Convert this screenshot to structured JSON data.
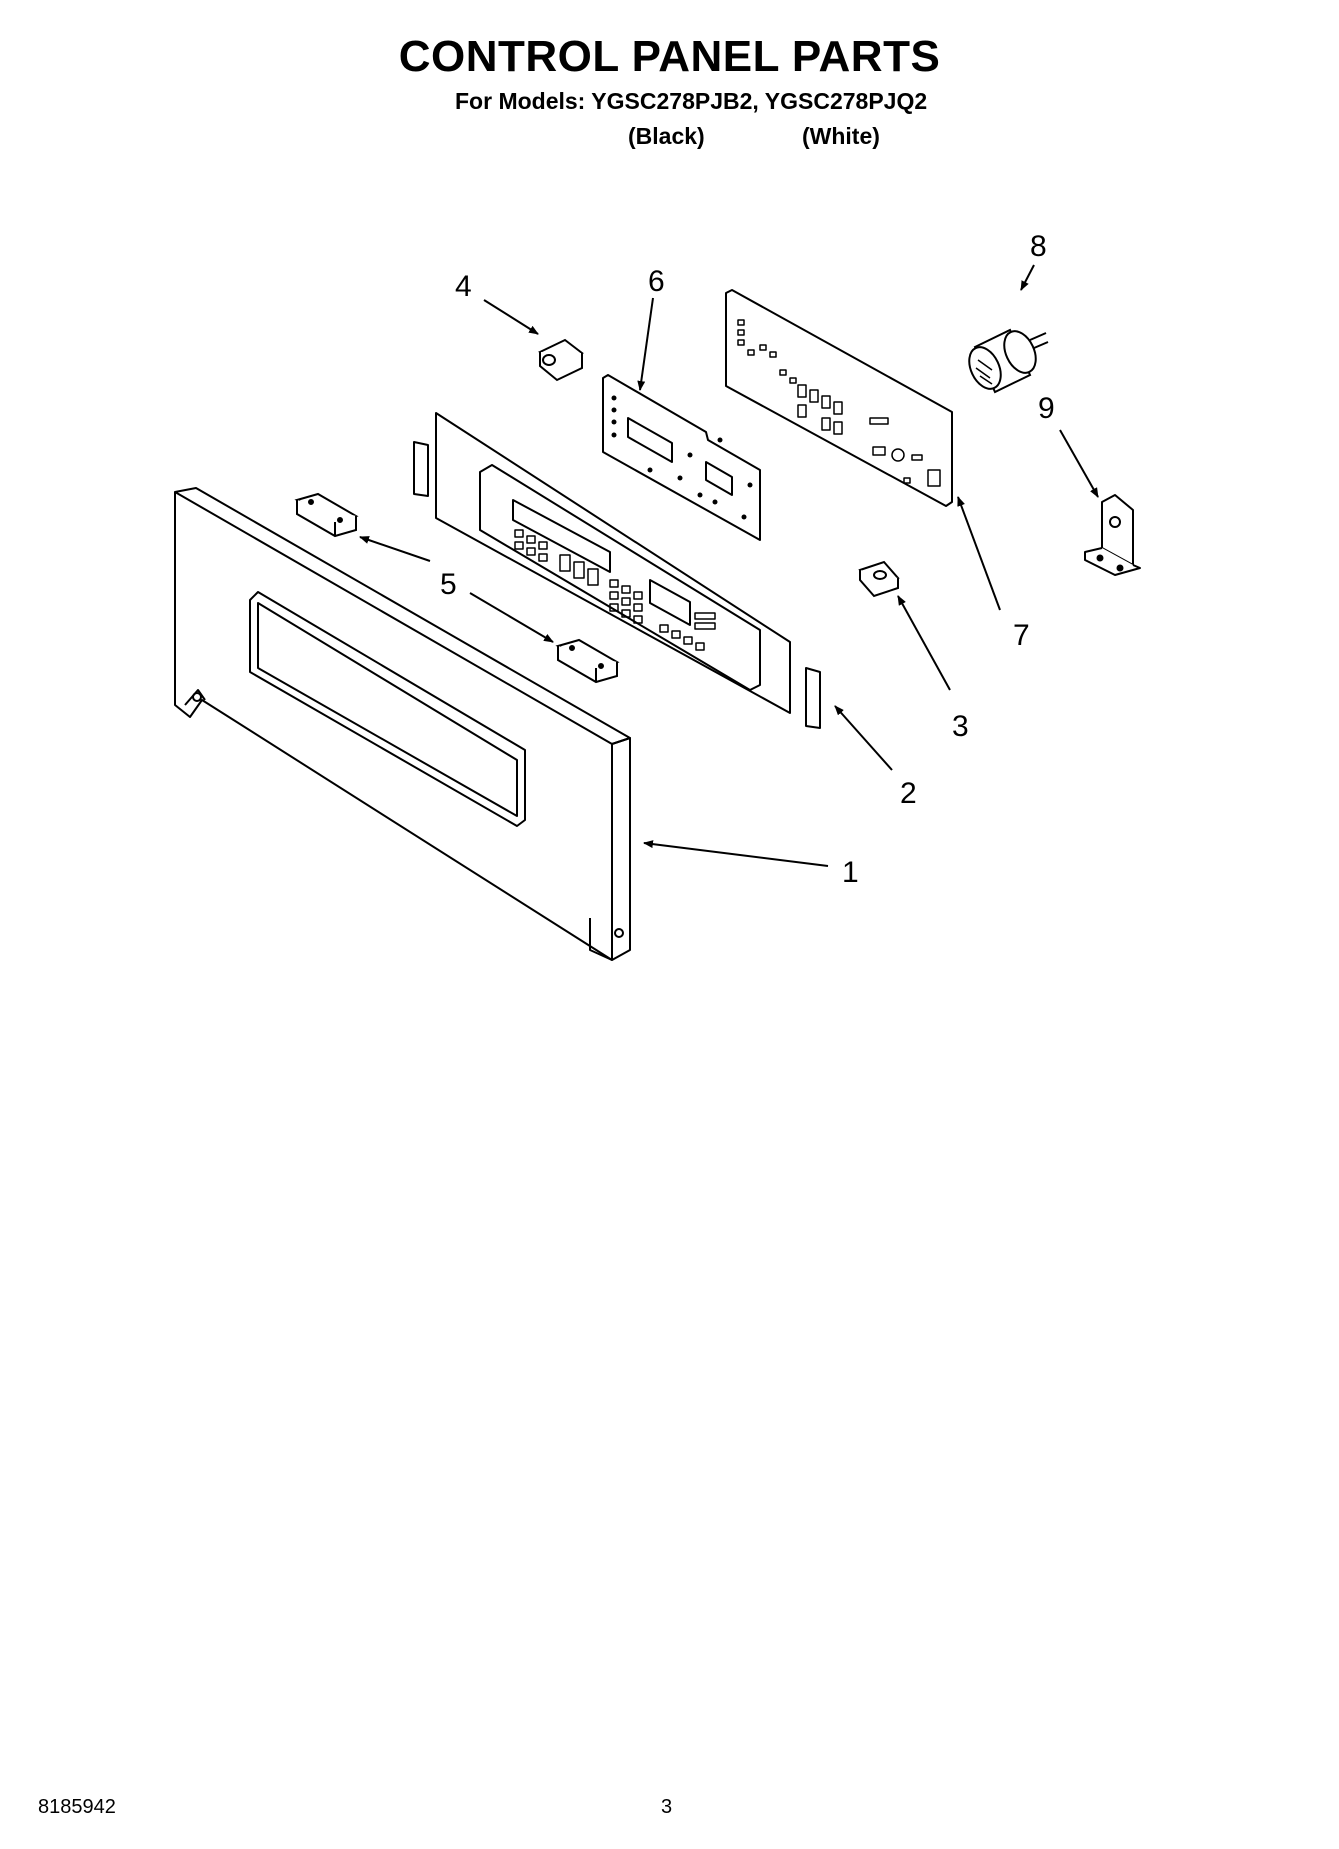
{
  "header": {
    "title": "CONTROL PANEL PARTS",
    "models_line": "For Models: YGSC278PJB2, YGSC278PJQ2",
    "variant_black": "(Black)",
    "variant_white": "(White)"
  },
  "callouts": [
    "1",
    "2",
    "3",
    "4",
    "5",
    "6",
    "7",
    "8",
    "9"
  ],
  "footer": {
    "doc_number": "8185942",
    "page_number": "3"
  }
}
